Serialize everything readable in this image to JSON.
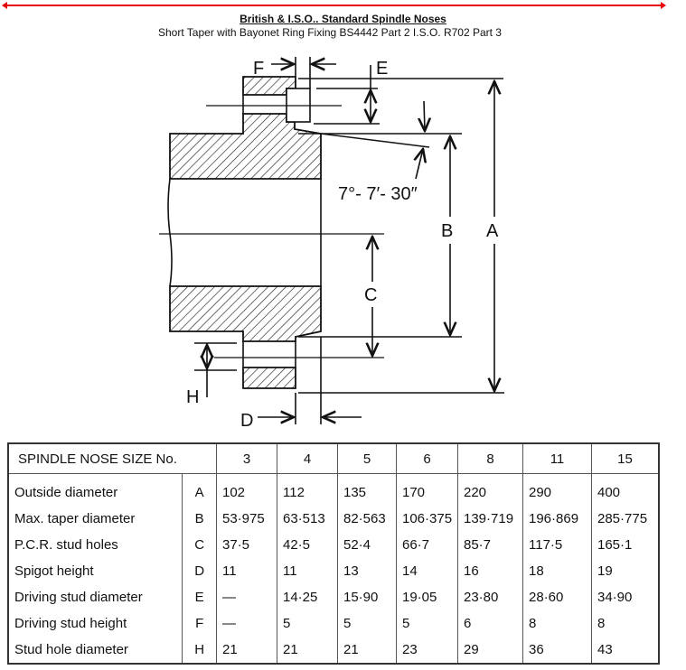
{
  "header": {
    "title": "British &  I.S.O.. Standard Spindle Noses",
    "subtitle": "Short Taper with Bayonet Ring Fixing BS4442 Part 2  I.S.O. R702 Part 3"
  },
  "diagram": {
    "labels": {
      "A": "A",
      "B": "B",
      "C": "C",
      "D": "D",
      "E": "E",
      "F": "F",
      "H": "H"
    },
    "angle": "7°- 7′- 30″"
  },
  "table": {
    "header_label": "SPINDLE NOSE SIZE No.",
    "sizes": [
      "3",
      "4",
      "5",
      "6",
      "8",
      "11",
      "15"
    ],
    "rows": [
      {
        "name": "Outside diameter",
        "letter": "A",
        "values": [
          "102",
          "112",
          "135",
          "170",
          "220",
          "290",
          "400"
        ]
      },
      {
        "name": "Max. taper diameter",
        "letter": "B",
        "values": [
          "53·975",
          "63·513",
          "82·563",
          "106·375",
          "139·719",
          "196·869",
          "285·775"
        ]
      },
      {
        "name": "P.C.R. stud holes",
        "letter": "C",
        "values": [
          "37·5",
          "42·5",
          "52·4",
          "66·7",
          "85·7",
          "117·5",
          "165·1"
        ]
      },
      {
        "name": "Spigot height",
        "letter": "D",
        "values": [
          "11",
          "11",
          "13",
          "14",
          "16",
          "18",
          "19"
        ]
      },
      {
        "name": "Driving stud diameter",
        "letter": "E",
        "values": [
          "—",
          "14·25",
          "15·90",
          "19·05",
          "23·80",
          "28·60",
          "34·90"
        ]
      },
      {
        "name": "Driving stud height",
        "letter": "F",
        "values": [
          "—",
          "5",
          "5",
          "5",
          "6",
          "8",
          "8"
        ]
      },
      {
        "name": "Stud hole diameter",
        "letter": "H",
        "values": [
          "21",
          "21",
          "21",
          "23",
          "29",
          "36",
          "43"
        ]
      }
    ]
  }
}
